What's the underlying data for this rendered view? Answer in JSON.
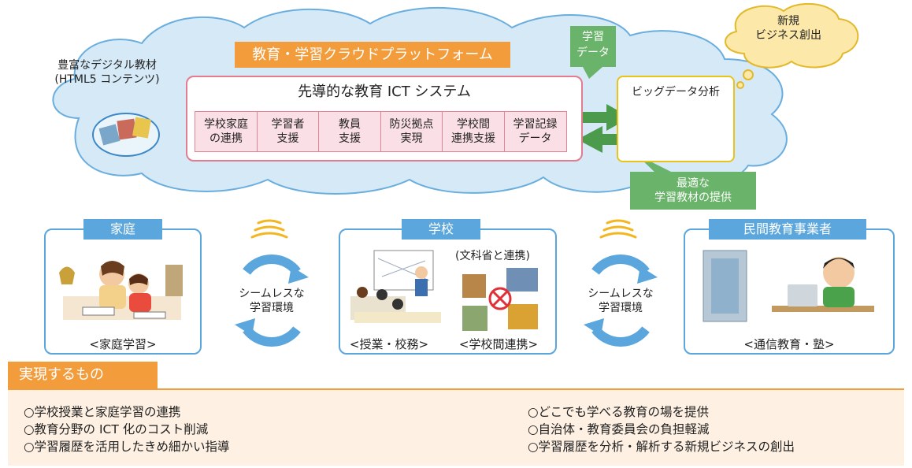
{
  "platform": {
    "title": "教育・学習クラウドプラットフォーム"
  },
  "rich_content": {
    "line1": "豊富なデジタル教材",
    "line2": "(HTML5 コンテンツ)"
  },
  "ict": {
    "title": "先導的な教育 ICT システム",
    "cells": [
      {
        "line1": "学校家庭",
        "line2": "の連携"
      },
      {
        "line1": "学習者",
        "line2": "支援"
      },
      {
        "line1": "教員",
        "line2": "支援"
      },
      {
        "line1": "防災拠点",
        "line2": "実現"
      },
      {
        "line1": "学校間",
        "line2": "連携支援"
      },
      {
        "line1": "学習記録",
        "line2": "データ"
      }
    ]
  },
  "learning_data": {
    "line1": "学習",
    "line2": "データ"
  },
  "bigdata": {
    "title": "ビッグデータ分析"
  },
  "new_business": {
    "line1": "新規",
    "line2": "ビジネス創出"
  },
  "optimal": {
    "line1": "最適な",
    "line2": "学習教材の提供"
  },
  "home": {
    "tab": "家庭",
    "caption": "<家庭学習>"
  },
  "school": {
    "tab": "学校",
    "note": "(文科省と連携)",
    "caption1": "<授業・校務>",
    "caption2": "<学校間連携>"
  },
  "private": {
    "tab": "民間教育事業者",
    "caption": "<通信教育・塾>"
  },
  "seamless": {
    "line1": "シームレスな",
    "line2": "学習環境"
  },
  "realize": {
    "title": "実現するもの",
    "left": [
      "○学校授業と家庭学習の連携",
      "○教育分野の ICT 化のコスト削減",
      "○学習履歴を活用したきめ細かい指導"
    ],
    "right": [
      "○どこでも学べる教育の場を提供",
      "○自治体・教育委員会の負担軽減",
      "○学習履歴を分析・解析する新規ビジネスの創出"
    ]
  },
  "colors": {
    "orange": "#f39c3c",
    "pink": "#e47b8f",
    "green": "#5aa85a",
    "blue": "#5aa6dd",
    "cloud": "#d5e9f7"
  }
}
